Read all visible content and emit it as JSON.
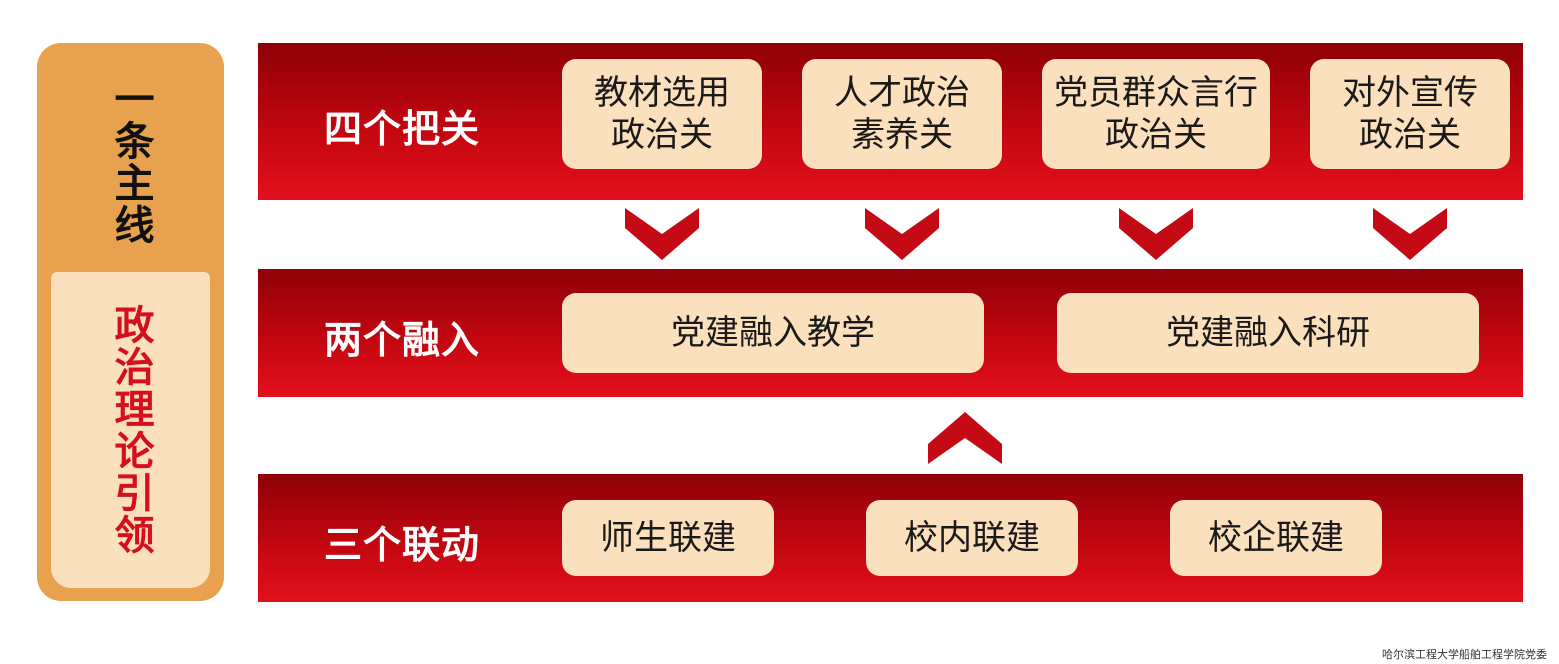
{
  "side": {
    "title": "一条主线",
    "subtitle": "政治理论引领"
  },
  "rows": {
    "four": {
      "label": "四个把关",
      "items": [
        {
          "line1": "教材选用",
          "line2": "政治关"
        },
        {
          "line1": "人才政治",
          "line2": "素养关"
        },
        {
          "line1": "党员群众言行",
          "line2": "政治关"
        },
        {
          "line1": "对外宣传",
          "line2": "政治关"
        }
      ]
    },
    "two": {
      "label": "两个融入",
      "items": [
        "党建融入教学",
        "党建融入科研"
      ]
    },
    "three": {
      "label": "三个联动",
      "items": [
        "师生联建",
        "校内联建",
        "校企联建"
      ]
    }
  },
  "footer": {
    "org": "哈尔滨工程大学船舶工程学院党委"
  },
  "colors": {
    "band_dark": "#8f0008",
    "band_light": "#e3101c",
    "pill": "#fbe0bd",
    "side_outer": "#e8a24f",
    "accent_red": "#d4101e"
  }
}
